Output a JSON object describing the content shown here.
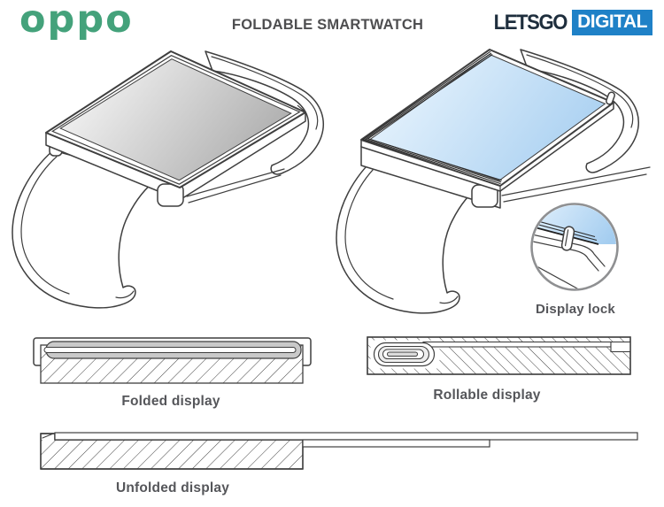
{
  "header": {
    "brand_logo_text": "oppo",
    "title": "FOLDABLE SMARTWATCH",
    "publisher": {
      "letsgo": "LETSGO",
      "digital": "DIGITAL"
    }
  },
  "captions": {
    "display_lock": "Display lock",
    "folded_display": "Folded display",
    "rollable_display": "Rollable display",
    "unfolded_display": "Unfolded display"
  },
  "colors": {
    "oppo_green": "#44a27b",
    "letsgo_navy": "#1e2e3d",
    "digital_blue": "#1f81c7",
    "caption_gray": "#55565a",
    "title_gray": "#4e4e50",
    "line_art": "#3f3f3f",
    "screen_gray_light": "#f0f0f0",
    "screen_gray_dark": "#a8a8a8",
    "screen_blue_light": "#e3f1fc",
    "screen_blue_dark": "#a4cdf0"
  }
}
